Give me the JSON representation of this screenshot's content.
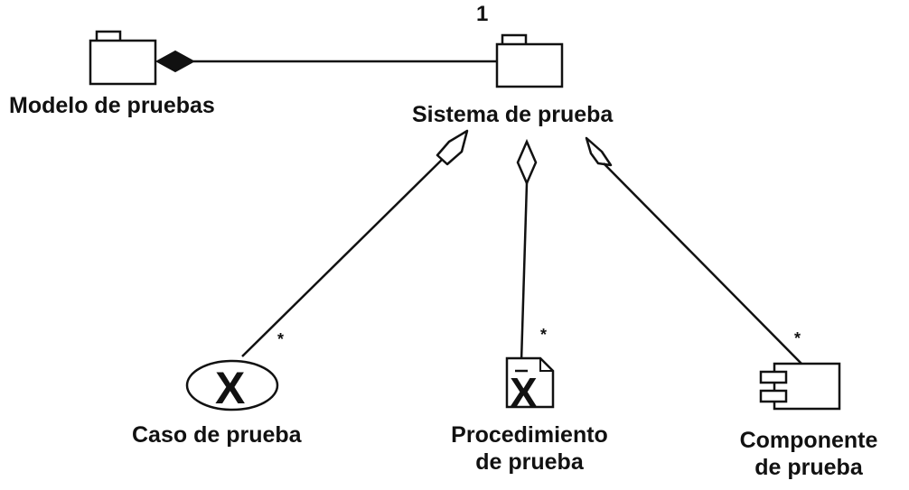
{
  "nodes": {
    "test_model": {
      "label": "Modelo de pruebas",
      "icon": "package-icon"
    },
    "test_system": {
      "label": "Sistema de prueba",
      "icon": "package-icon"
    },
    "test_case": {
      "label": "Caso de prueba",
      "icon": "test-case-ellipse-icon",
      "glyph": "X"
    },
    "test_procedure": {
      "label_line1": "Procedimiento",
      "label_line2": "de prueba",
      "icon": "document-icon",
      "glyph": "X"
    },
    "test_component": {
      "label_line1": "Componente",
      "label_line2": "de prueba",
      "icon": "component-icon"
    }
  },
  "relations": {
    "model_system": {
      "type": "composition",
      "multiplicity": "1"
    },
    "system_case": {
      "type": "aggregation",
      "multiplicity": "*"
    },
    "system_procedure": {
      "type": "aggregation",
      "multiplicity": "*"
    },
    "system_component": {
      "type": "aggregation",
      "multiplicity": "*"
    }
  },
  "colors": {
    "ink": "#111111",
    "background": "#ffffff"
  }
}
